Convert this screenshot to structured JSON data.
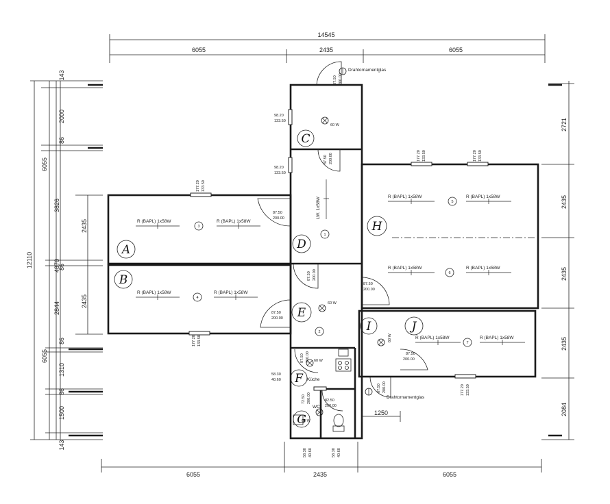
{
  "dims_top": {
    "total": "14545",
    "left": "6055",
    "middle": "2435",
    "right": "6055"
  },
  "dims_bottom": {
    "left": "6055",
    "middle": "2435",
    "right": "6055"
  },
  "dims_left_outer": {
    "total": "12110",
    "upper": "6055",
    "lower": "6055"
  },
  "dims_left_mid": {
    "a": "3826",
    "b": "4870",
    "c": "2844"
  },
  "dims_left_inner": {
    "a": "143",
    "b": "2000",
    "c": "86",
    "d": "2435",
    "e": "86",
    "f": "2435",
    "g": "86",
    "h": "1310",
    "i": "86",
    "j": "1500",
    "k": "143"
  },
  "dims_right": {
    "a": "2721",
    "b": "2435",
    "c": "2435",
    "d": "2435",
    "e": "2084"
  },
  "dim_1250": "1250",
  "labels": {
    "drahtornamentglas_top": "Drahtornamentglas",
    "drahtornamentglas_bottom": "Drahtornamentglas",
    "kitchen": "Küche",
    "wc": "WC",
    "lamp": "R (BAPL) 1x58W",
    "lamp_vertical": "LW. 1x58W",
    "bulb_60w": "60 W"
  },
  "rooms": [
    "1",
    "2",
    "3",
    "4",
    "5",
    "6",
    "7"
  ],
  "zones": [
    "A",
    "B",
    "C",
    "D",
    "E",
    "F",
    "G",
    "H",
    "I",
    "J"
  ],
  "openings": {
    "door_8750": "87.50",
    "door_20000": "200.00",
    "win_9820": "98.20",
    "win_13350": "133.50",
    "win_17720": "177.20",
    "win_5830": "58.30",
    "win_4060": "40.60",
    "door_8250": "82.50",
    "door_7250": "72.50"
  }
}
